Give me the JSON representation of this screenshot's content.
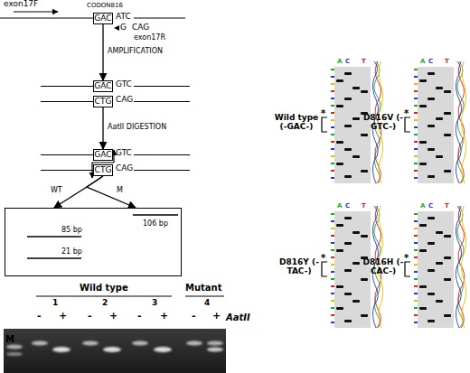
{
  "diagram": {
    "nodes": [
      {
        "text": [
          "GAC"
        ]
      },
      {
        "text": [
          "GAC"
        ]
      },
      {
        "text": [
          "CTG"
        ]
      },
      {
        "text": [
          "GAC"
        ]
      },
      {
        "text": [
          "CTG"
        ]
      },
      {
        "text": [
          "106 bp",
          "85 bp",
          "21 bp"
        ]
      }
    ],
    "edges": [
      {
        "from": 0,
        "to": 1,
        "arrow": "to",
        "label": "AMPLIFICATION"
      },
      {
        "from": 2,
        "to": 3,
        "arrow": "to",
        "label": "AatII DIGESTION"
      },
      {
        "from": 4,
        "to": 5,
        "arrow": "to",
        "label": "WT"
      },
      {
        "from": 4,
        "to": 5,
        "arrow": "to",
        "label": "M"
      }
    ],
    "labels": [
      "exon17F",
      "CODON816",
      "ATC",
      "G",
      "CAG",
      "exon17R",
      "GTC",
      "CAG",
      "GTC",
      "CAG",
      "Wild type",
      "Mutant",
      "1",
      "2",
      "3",
      "4",
      "-",
      "+",
      "-",
      "+",
      "-",
      "+",
      "-",
      "+",
      "AatII",
      "M",
      "Wild type (-GAC-)",
      "D816V (-GTC-)",
      "D816Y (-TAC-)",
      "D816H (-CAC-)",
      "*",
      "*",
      "*",
      "*",
      "A",
      "C",
      "T",
      "A",
      "C",
      "T",
      "A",
      "C",
      "T",
      "A",
      "C",
      "T"
    ]
  }
}
